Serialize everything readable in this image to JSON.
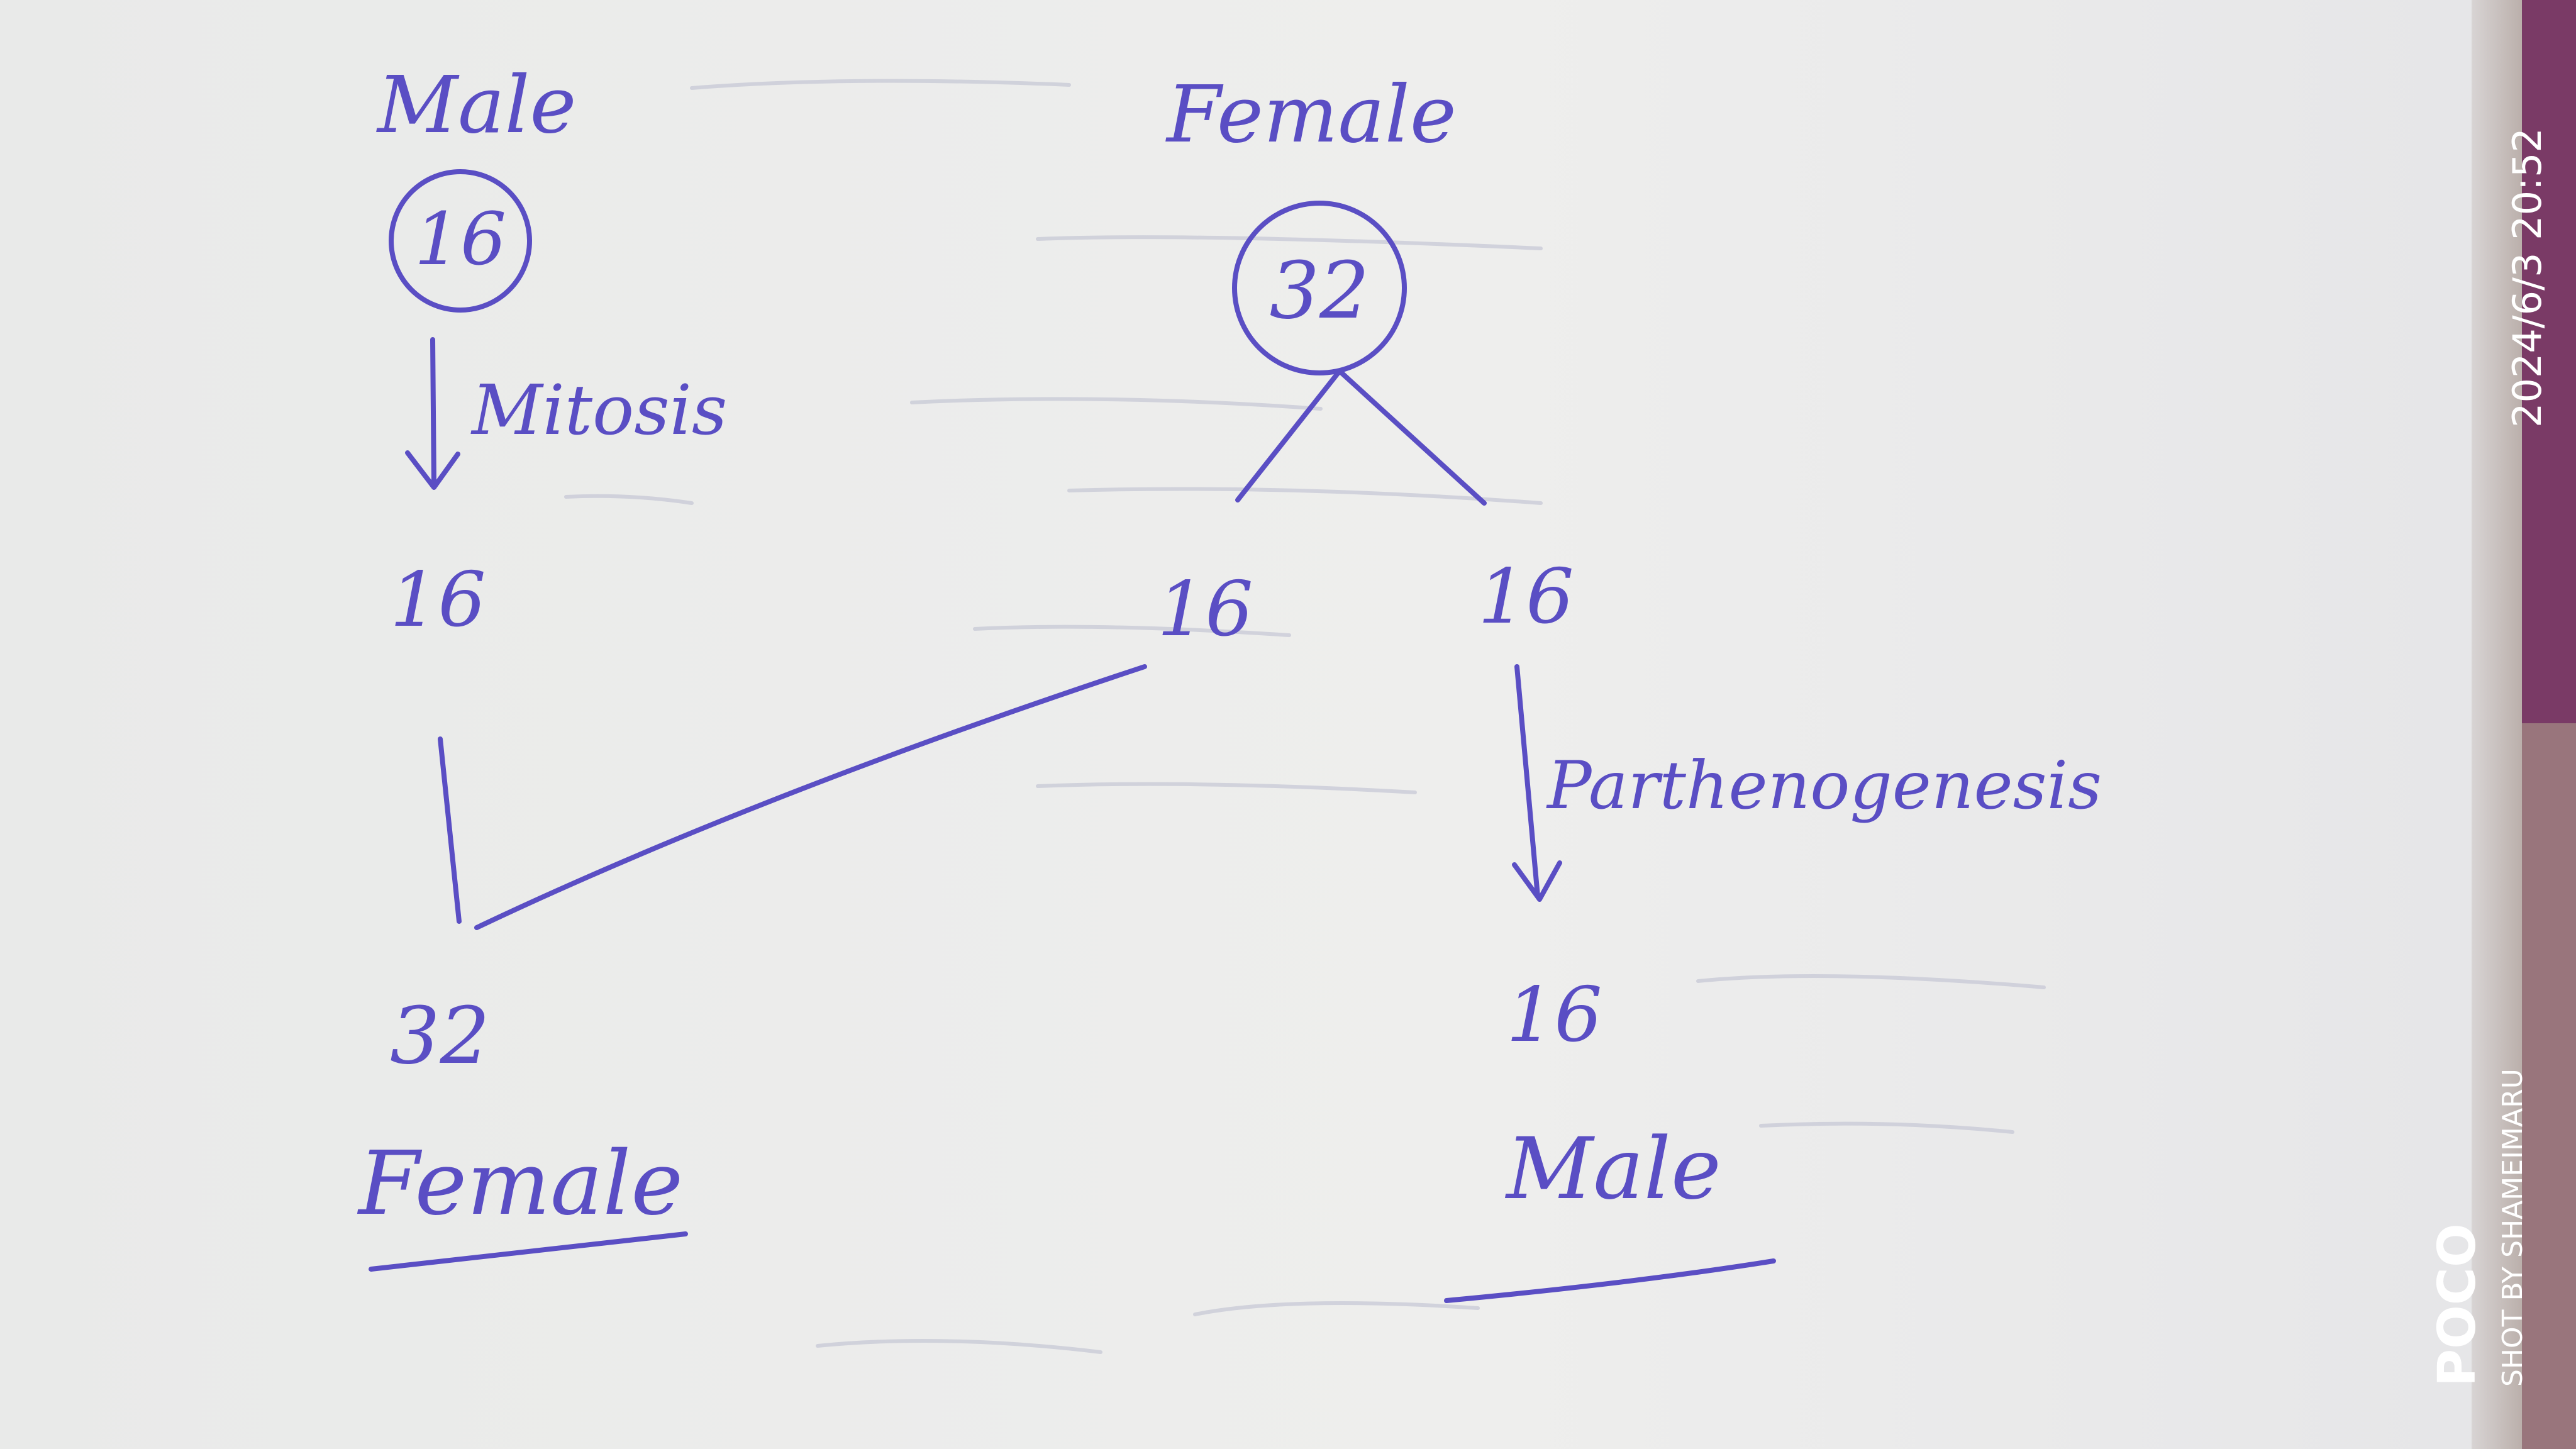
{
  "diagram": {
    "top_left_label": "Male",
    "top_left_count": "16",
    "mitosis_label": "Mitosis",
    "left_mid_count": "16",
    "top_right_label": "Female",
    "top_right_count": "32",
    "split_left_count": "16",
    "split_right_count": "16",
    "parthenogenesis_label": "Parthenogenesis",
    "result_left_count": "32",
    "result_left_label": "Female",
    "result_right_count": "16",
    "result_right_label": "Male"
  },
  "watermark": {
    "brand": "POCO",
    "credit": "SHOT BY SHAMEIMARU",
    "timestamp": "2024/6/3 20:52"
  },
  "colors": {
    "ink": "#5a4ec4",
    "paper": "#ecedec",
    "margin_shadow": "#b7aba6",
    "cloth": "#7a3a66"
  }
}
